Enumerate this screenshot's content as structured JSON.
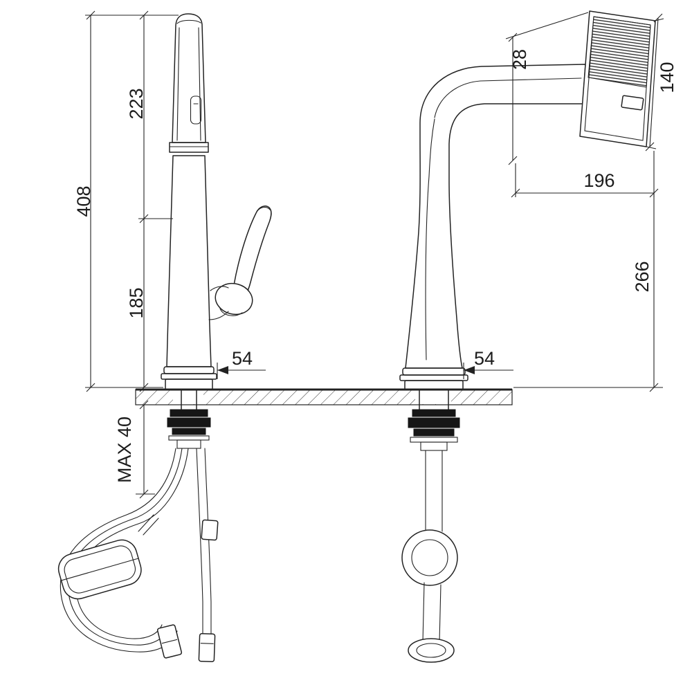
{
  "background": "#ffffff",
  "line_color": "#222222",
  "dimensions": {
    "front_upper_height": "223",
    "front_total_height": "408",
    "front_lower_height": "185",
    "deck_thickness_max": "MAX 40",
    "front_base_diameter": "54",
    "side_base_diameter": "54",
    "head_thickness": "28",
    "head_length": "140",
    "spout_reach": "196",
    "spout_height": "266"
  }
}
